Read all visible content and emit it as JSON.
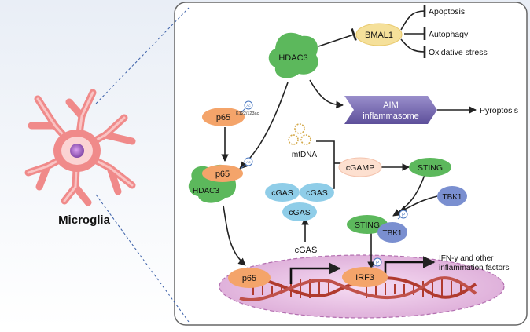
{
  "cell": {
    "label": "Microglia"
  },
  "nodes": {
    "hdac3_top": "HDAC3",
    "bmal1": "BMAL1",
    "apoptosis": "Apoptosis",
    "autophagy": "Autophagy",
    "oxidative_stress": "Oxidative stress",
    "aim_line1": "AIM",
    "aim_line2": "inflammasome",
    "pyroptosis": "Pyroptosis",
    "p65_top": "p65",
    "ac_marker": "Ac",
    "acetyl_sites": "K122/123ac",
    "p65_bound": "p65",
    "hdac3_bound": "HDAC3",
    "mtdna": "mtDNA",
    "cgamp": "cGAMP",
    "sting_top": "STING",
    "tbk1_top": "TBK1",
    "cgas_left": "cGAS",
    "cgas_right": "cGAS",
    "cgas_bottom": "cGAS",
    "sting_complex": "STING",
    "tbk1_complex": "TBK1",
    "p_marker": "P",
    "p65_nucleus": "p65",
    "cgas_gene": "cGAS",
    "irf3": "IRF3",
    "ifn_line1": "IFN-γ and other",
    "ifn_line2": "inflammation factors"
  },
  "colors": {
    "green": "#5cb85c",
    "orange": "#f4a46a",
    "yellow": "#f5e09a",
    "blue": "#8fcde8",
    "purple": "#7a6eb0",
    "nucleus": "#e8c4e6",
    "dna": "#b03a2e",
    "cell": "#f08a8a"
  }
}
